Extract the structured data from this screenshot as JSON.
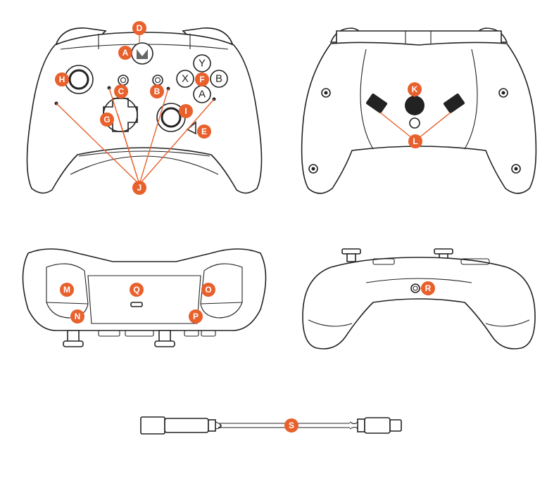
{
  "markers": {
    "A": "A",
    "B": "B",
    "C": "C",
    "D": "D",
    "E": "E",
    "F": "F",
    "G": "G",
    "H": "H",
    "I": "I",
    "J": "J",
    "K": "K",
    "L": "L",
    "M": "M",
    "N": "N",
    "O": "O",
    "P": "P",
    "Q": "Q",
    "R": "R",
    "S": "S"
  },
  "face_buttons": {
    "Y": "Y",
    "X": "X",
    "B": "B",
    "A": "A"
  },
  "colors": {
    "marker": "#e8602c",
    "outline": "#222222",
    "background": "#ffffff"
  }
}
